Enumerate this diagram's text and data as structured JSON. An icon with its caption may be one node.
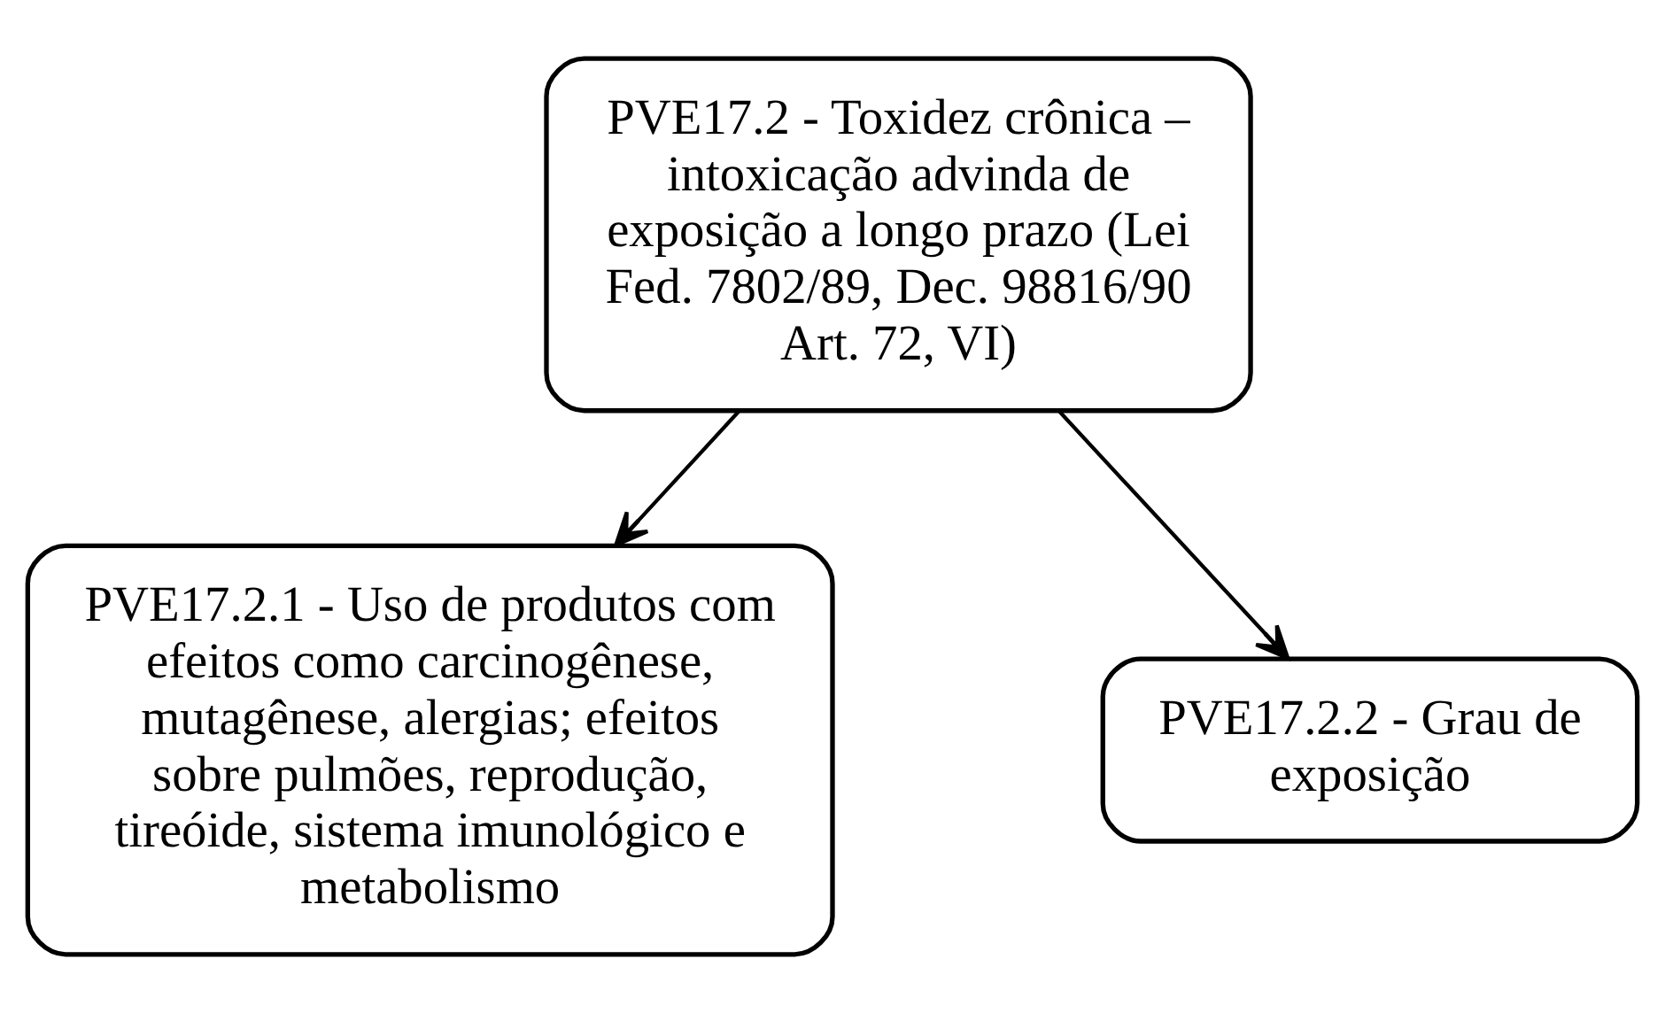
{
  "diagram": {
    "nodes": [
      {
        "text": [
          "PVE17.2 - Toxidez crônica – intoxicação advinda de exposição a longo prazo (Lei Fed. 7802/89, Dec. 98816/90 Art. 72, VI)"
        ]
      },
      {
        "text": [
          "PVE17.2.1 - Uso de produtos com efeitos como carcinogênese, mutagênese, alergias; efeitos sobre pulmões, reprodução, tireóide, sistema imunológico e metabolismo"
        ]
      },
      {
        "text": [
          "PVE17.2.2 - Grau de exposição"
        ]
      }
    ],
    "edges": [
      {
        "from": 0,
        "to": 1,
        "arrow": "to"
      },
      {
        "from": 0,
        "to": 2,
        "arrow": "to"
      }
    ]
  }
}
